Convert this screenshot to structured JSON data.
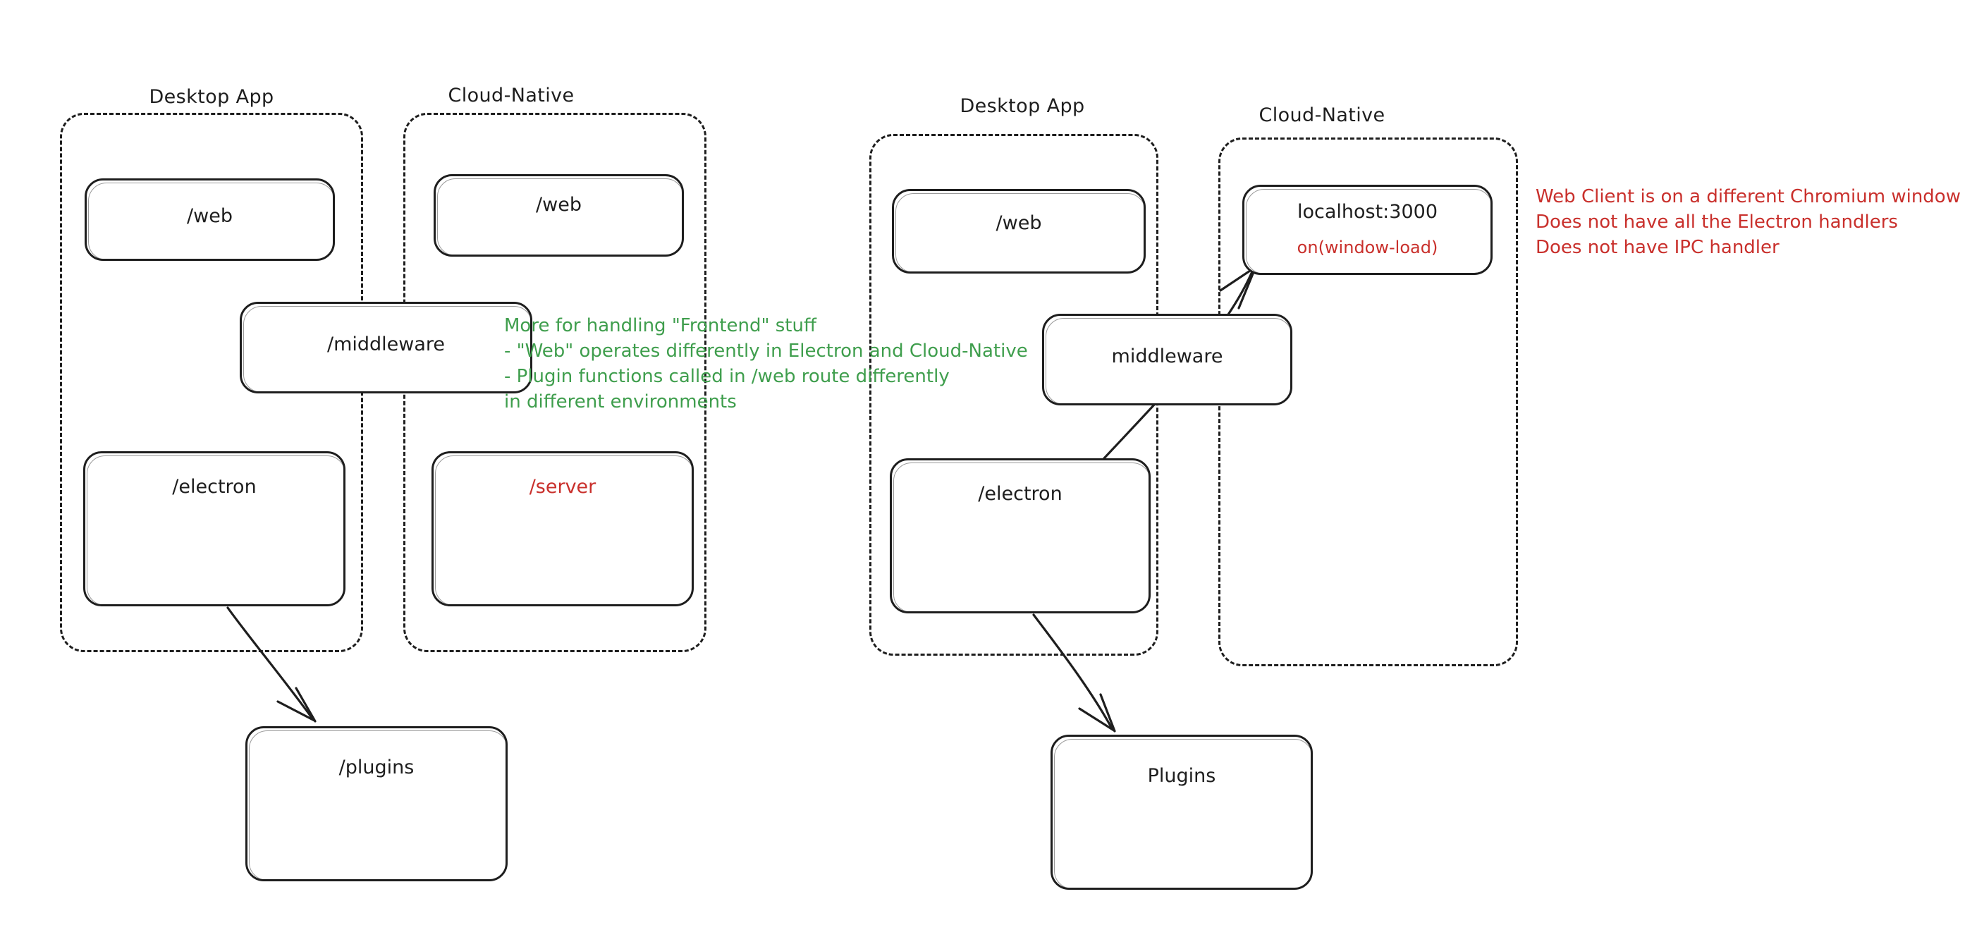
{
  "diagram": {
    "title": "Desktop App vs Cloud-Native architecture comparison",
    "colors": {
      "stroke": "#1e1e1e",
      "green": "#3f9e4d",
      "red": "#c9302c",
      "background": "#ffffff"
    }
  },
  "left_diagram": {
    "groups": [
      {
        "label": "Desktop App"
      },
      {
        "label": "Cloud-Native"
      }
    ],
    "nodes": [
      {
        "label": "/web"
      },
      {
        "label": "/web"
      },
      {
        "label": "/middleware"
      },
      {
        "label": "/electron"
      },
      {
        "label": "/server"
      },
      {
        "label": "/plugins"
      }
    ]
  },
  "right_diagram": {
    "groups": [
      {
        "label": "Desktop App"
      },
      {
        "label": "Cloud-Native"
      }
    ],
    "nodes": [
      {
        "label": "/web"
      },
      {
        "label": "localhost:3000",
        "sublabel": "on(window-load)"
      },
      {
        "label": "middleware"
      },
      {
        "label": "/electron"
      },
      {
        "label": "Plugins"
      }
    ]
  },
  "annotations": {
    "green_note": "More for handling \"Frontend\" stuff\n- \"Web\" operates differently in Electron and Cloud-Native\n- Plugin functions called in /web route differently\nin different environments",
    "red_note": "Web Client is on a different Chromium window\nDoes not have all the Electron handlers\nDoes not have IPC handler"
  }
}
